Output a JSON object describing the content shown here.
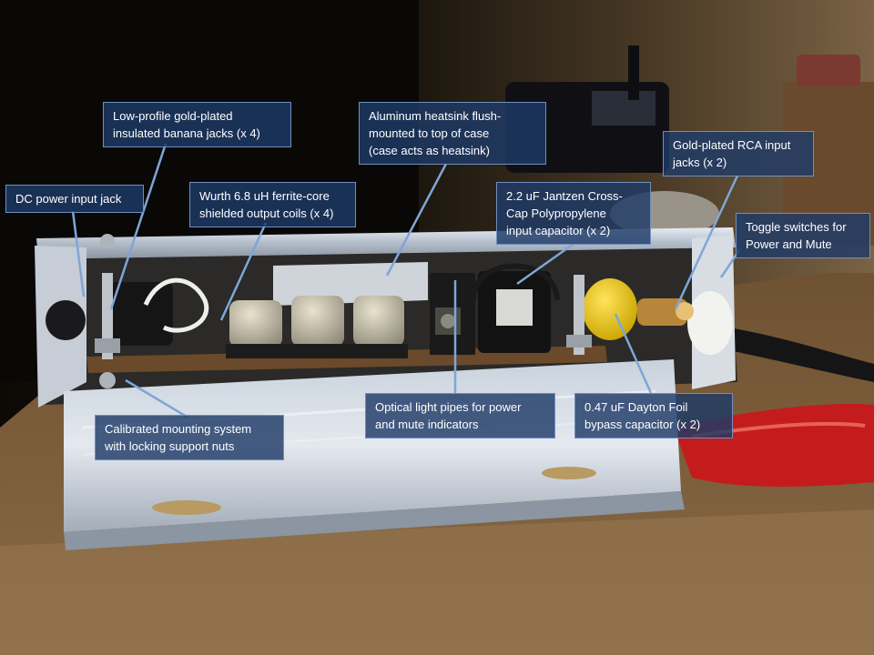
{
  "annotations": [
    {
      "id": "dc-power-jack",
      "text": "DC power input jack"
    },
    {
      "id": "banana-jacks",
      "text": "Low-profile gold-plated\ninsulated banana jacks (x 4)"
    },
    {
      "id": "wurth-coils",
      "text": "Wurth 6.8 uH ferrite-core\nshielded output  coils (x 4)"
    },
    {
      "id": "heatsink",
      "text": "Aluminum heatsink flush-\nmounted to top of case\n(case acts as heatsink)"
    },
    {
      "id": "jantzen-cap",
      "text": "2.2 uF Jantzen Cross-\nCap Polypropylene\ninput capacitor (x 2)"
    },
    {
      "id": "rca-jacks",
      "text": "Gold-plated RCA input\njacks (x 2)"
    },
    {
      "id": "toggle-switches",
      "text": "Toggle switches for\nPower and Mute"
    },
    {
      "id": "mounting-system",
      "text": "Calibrated mounting system\nwith locking support nuts"
    },
    {
      "id": "light-pipes",
      "text": "Optical light pipes for power\nand mute indicators"
    },
    {
      "id": "dayton-cap",
      "text": "0.47 uF Dayton Foil\nbypass capacitor (x 2)"
    }
  ],
  "colors": {
    "callout_bg": "#1e3a68",
    "leader_line": "#7ea6d8"
  }
}
